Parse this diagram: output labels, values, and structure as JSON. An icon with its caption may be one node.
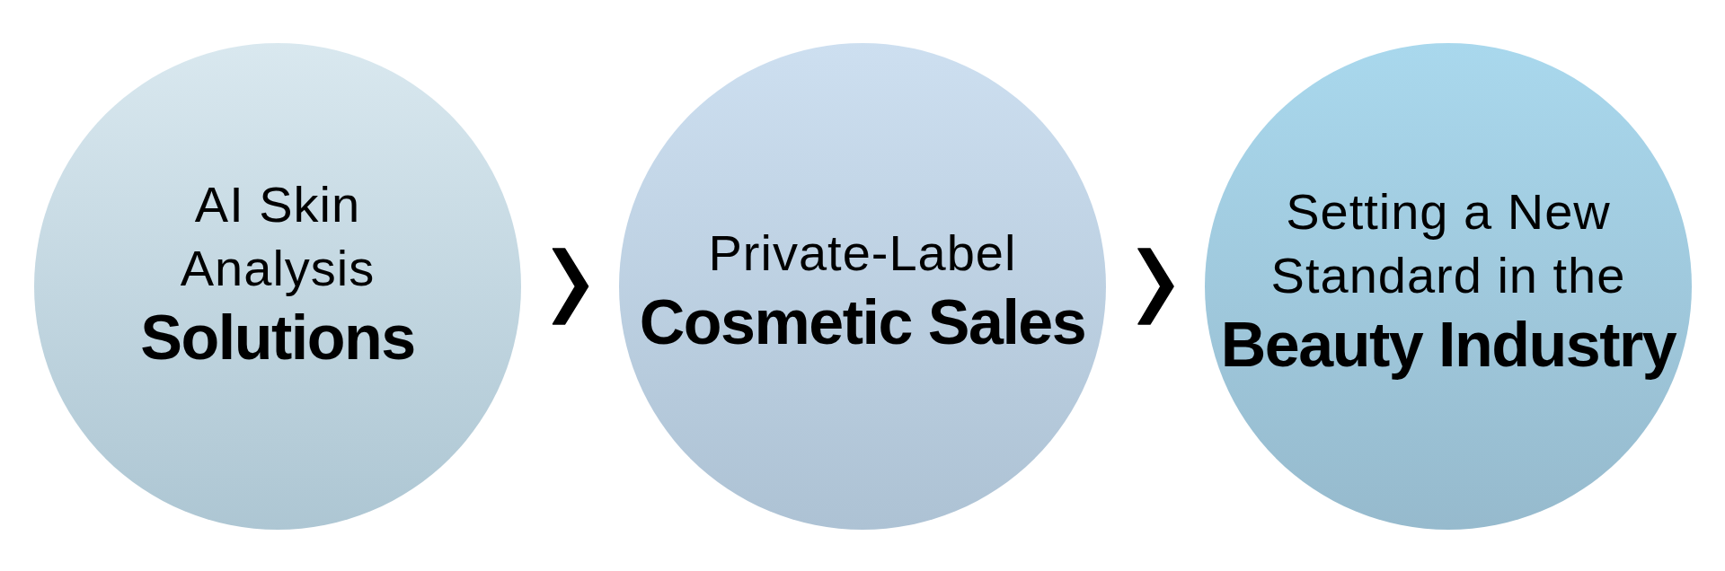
{
  "diagram": {
    "nodes": [
      {
        "text": [
          "AI Skin Analysis",
          "Solutions"
        ]
      },
      {
        "text": [
          "Private-Label",
          "Cosmetic Sales"
        ]
      },
      {
        "text": [
          "Setting a New Standard in the",
          "Beauty Industry"
        ]
      }
    ],
    "edges": [
      {
        "from": 0,
        "to": 1,
        "arrow": "to"
      },
      {
        "from": 1,
        "to": 2,
        "arrow": "to"
      }
    ]
  }
}
